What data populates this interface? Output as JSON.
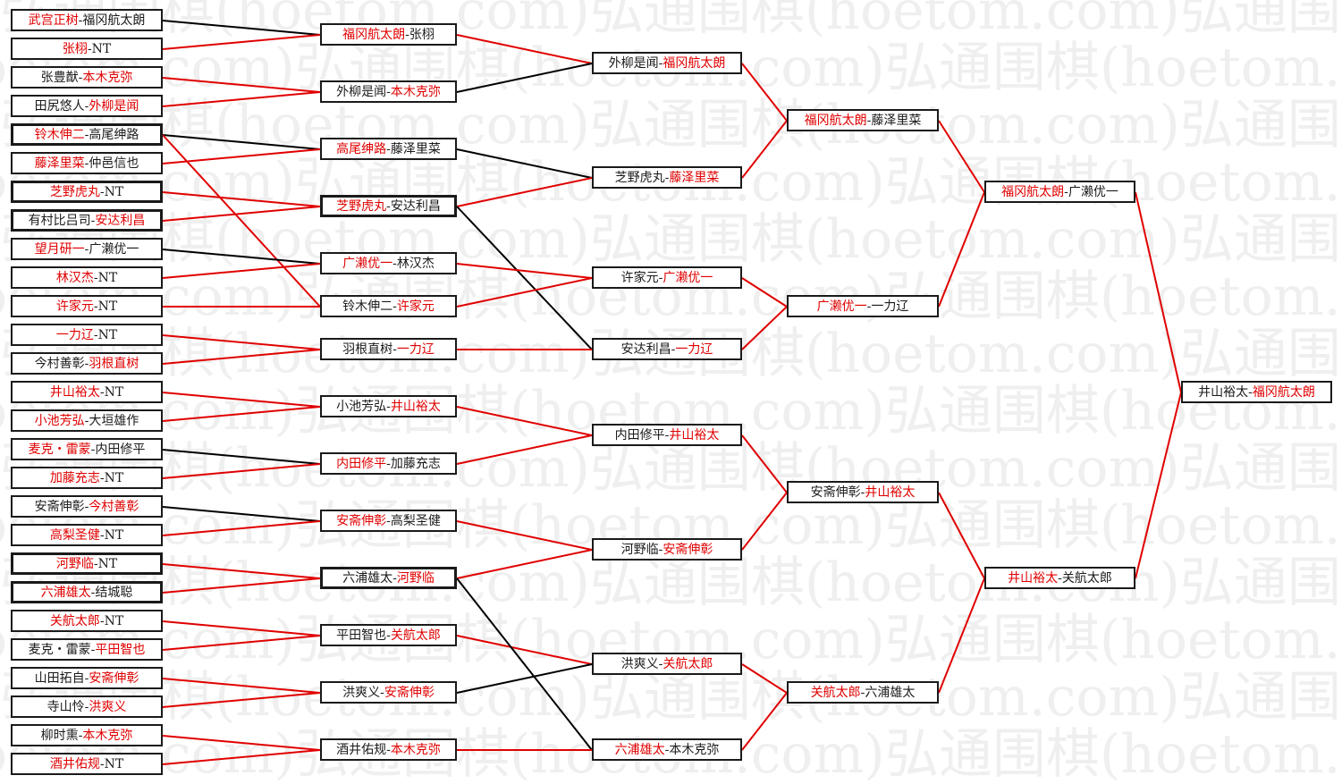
{
  "watermark": {
    "text": "弘通围棋(hoetom.com)"
  },
  "colors": {
    "winner": "#e00000",
    "loser": "#1a1a1a",
    "box_border": "#1a1a1a",
    "line_win": "#e00000",
    "line_lose": "#000000"
  },
  "rounds": [
    {
      "name": "round-1",
      "matches": [
        {
          "a": "武宫正树",
          "b": "福冈航太朗",
          "winner": "a"
        },
        {
          "a": "张栩",
          "b": "NT",
          "winner": "a"
        },
        {
          "a": "张豊猷",
          "b": "本木克弥",
          "winner": "b"
        },
        {
          "a": "田尻悠人",
          "b": "外柳是闻",
          "winner": "b"
        },
        {
          "a": "铃木伸二",
          "b": "高尾绅路",
          "winner": "a"
        },
        {
          "a": "藤泽里菜",
          "b": "仲邑信也",
          "winner": "a"
        },
        {
          "a": "芝野虎丸",
          "b": "NT",
          "winner": "a"
        },
        {
          "a": "有村比吕司",
          "b": "安达利昌",
          "winner": "b"
        },
        {
          "a": "望月研一",
          "b": "广濑优一",
          "winner": "a"
        },
        {
          "a": "林汉杰",
          "b": "NT",
          "winner": "a"
        },
        {
          "a": "许家元",
          "b": "NT",
          "winner": "a"
        },
        {
          "a": "一力辽",
          "b": "NT",
          "winner": "a"
        },
        {
          "a": "今村善彰",
          "b": "羽根直树",
          "winner": "b"
        },
        {
          "a": "井山裕太",
          "b": "NT",
          "winner": "a"
        },
        {
          "a": "小池芳弘",
          "b": "大垣雄作",
          "winner": "a"
        },
        {
          "a": "麦克・雷蒙",
          "b": "内田修平",
          "winner": "a"
        },
        {
          "a": "加藤充志",
          "b": "NT",
          "winner": "a"
        },
        {
          "a": "安斋伸彰",
          "b": "今村善彰",
          "winner": "b"
        },
        {
          "a": "高梨圣健",
          "b": "NT",
          "winner": "a"
        },
        {
          "a": "河野临",
          "b": "NT",
          "winner": "a"
        },
        {
          "a": "六浦雄太",
          "b": "结城聪",
          "winner": "a"
        },
        {
          "a": "关航太郎",
          "b": "NT",
          "winner": "a"
        },
        {
          "a": "麦克・雷蒙",
          "b": "平田智也",
          "winner": "b"
        },
        {
          "a": "山田拓自",
          "b": "安斋伸彰",
          "winner": "b"
        },
        {
          "a": "寺山怜",
          "b": "洪爽义",
          "winner": "b"
        },
        {
          "a": "柳时熏",
          "b": "本木克弥",
          "winner": "b"
        },
        {
          "a": "酒井佑规",
          "b": "NT",
          "winner": "a"
        }
      ]
    },
    {
      "name": "round-2",
      "matches": [
        {
          "a": "福冈航太朗",
          "b": "张栩",
          "winner": "a"
        },
        {
          "a": "外柳是闻",
          "b": "本木克弥",
          "winner": "b"
        },
        {
          "a": "高尾绅路",
          "b": "藤泽里菜",
          "winner": "a"
        },
        {
          "a": "芝野虎丸",
          "b": "安达利昌",
          "winner": "a"
        },
        {
          "a": "广濑优一",
          "b": "林汉杰",
          "winner": "a"
        },
        {
          "a": "铃木伸二",
          "b": "许家元",
          "winner": "b"
        },
        {
          "a": "羽根直树",
          "b": "一力辽",
          "winner": "b"
        },
        {
          "a": "小池芳弘",
          "b": "井山裕太",
          "winner": "b"
        },
        {
          "a": "内田修平",
          "b": "加藤充志",
          "winner": "a"
        },
        {
          "a": "安斋伸彰",
          "b": "高梨圣健",
          "winner": "a"
        },
        {
          "a": "六浦雄太",
          "b": "河野临",
          "winner": "b"
        },
        {
          "a": "平田智也",
          "b": "关航太郎",
          "winner": "b"
        },
        {
          "a": "洪爽义",
          "b": "安斋伸彰",
          "winner": "b"
        },
        {
          "a": "酒井佑规",
          "b": "本木克弥",
          "winner": "b"
        }
      ]
    },
    {
      "name": "round-3",
      "matches": [
        {
          "a": "外柳是闻",
          "b": "福冈航太朗",
          "winner": "b"
        },
        {
          "a": "芝野虎丸",
          "b": "藤泽里菜",
          "winner": "b"
        },
        {
          "a": "许家元",
          "b": "广濑优一",
          "winner": "b"
        },
        {
          "a": "安达利昌",
          "b": "一力辽",
          "winner": "b"
        },
        {
          "a": "内田修平",
          "b": "井山裕太",
          "winner": "b"
        },
        {
          "a": "河野临",
          "b": "安斋伸彰",
          "winner": "b"
        },
        {
          "a": "洪爽义",
          "b": "关航太郎",
          "winner": "b"
        },
        {
          "a": "六浦雄太",
          "b": "本木克弥",
          "winner": "a"
        }
      ]
    },
    {
      "name": "round-4",
      "matches": [
        {
          "a": "福冈航太朗",
          "b": "藤泽里菜",
          "winner": "a"
        },
        {
          "a": "广濑优一",
          "b": "一力辽",
          "winner": "a"
        },
        {
          "a": "安斋伸彰",
          "b": "井山裕太",
          "winner": "b"
        },
        {
          "a": "关航太郎",
          "b": "六浦雄太",
          "winner": "a"
        }
      ]
    },
    {
      "name": "round-5",
      "matches": [
        {
          "a": "福冈航太朗",
          "b": "广濑优一",
          "winner": "a"
        },
        {
          "a": "井山裕太",
          "b": "关航太郎",
          "winner": "a"
        }
      ]
    },
    {
      "name": "final",
      "matches": [
        {
          "a": "井山裕太",
          "b": "福冈航太朗",
          "winner": "b"
        }
      ]
    }
  ]
}
